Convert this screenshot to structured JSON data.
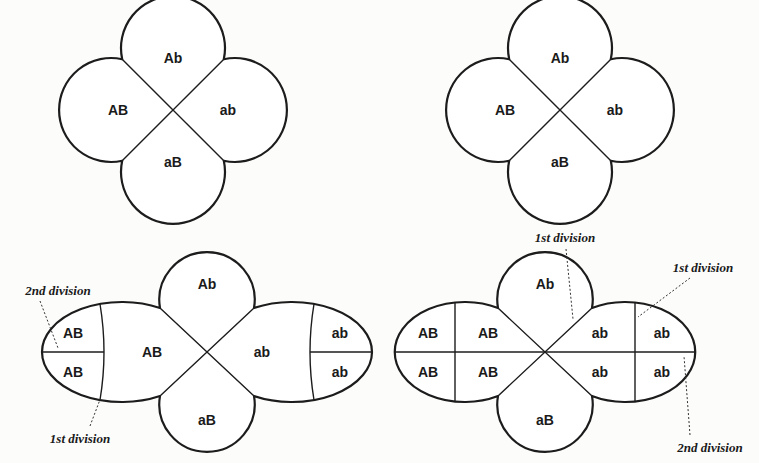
{
  "diagram": {
    "labels": [
      "Ab",
      "AB",
      "ab",
      "aB",
      "Ab",
      "AB",
      "ab",
      "aB",
      "2nd division",
      "Ab",
      "AB",
      "AB",
      "AB",
      "ab",
      "ab",
      "ab",
      "aB",
      "1st division",
      "1st division",
      "1st division",
      "Ab",
      "AB",
      "AB",
      "AB",
      "AB",
      "ab",
      "ab",
      "ab",
      "ab",
      "aB",
      "2nd division"
    ]
  }
}
